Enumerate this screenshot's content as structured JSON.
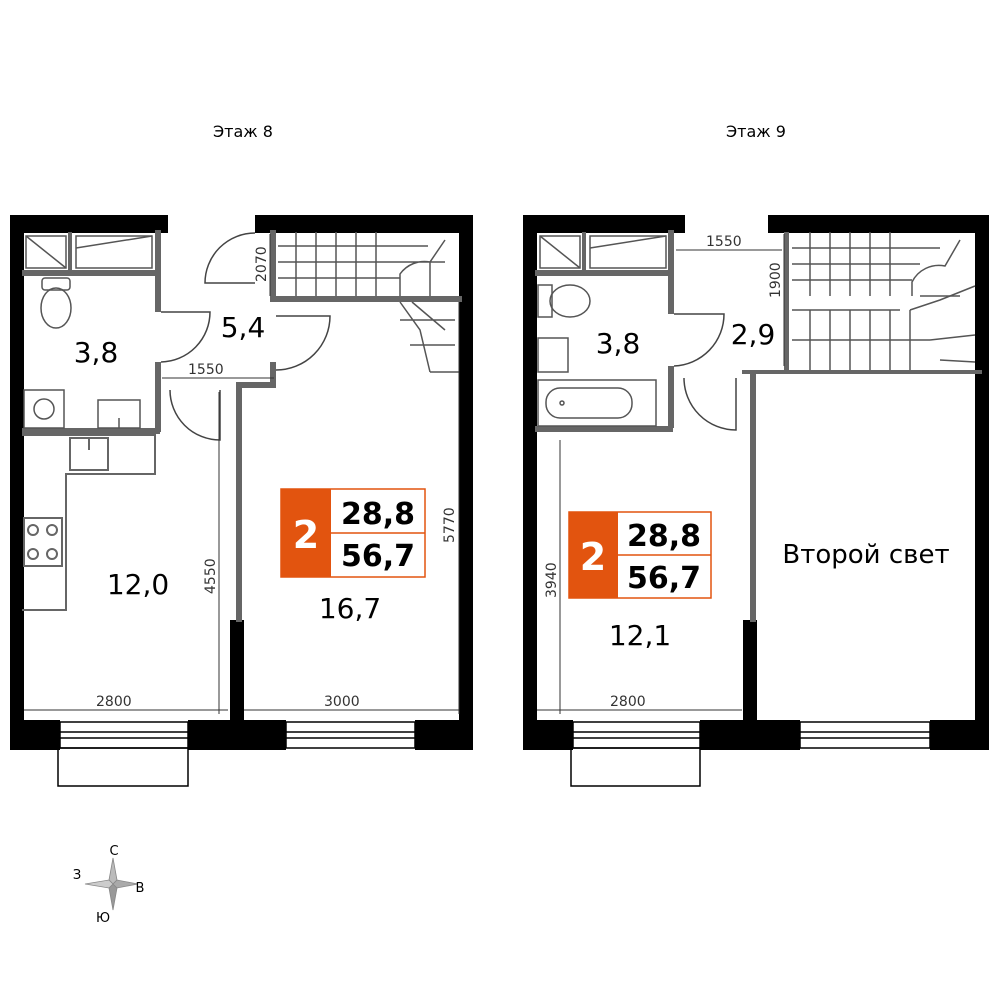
{
  "floors": [
    {
      "title": "Этаж 8",
      "rooms": [
        "3,8",
        "5,4",
        "12,0",
        "16,7"
      ],
      "dims": [
        "2070",
        "1550",
        "4550",
        "5770",
        "2800",
        "3000"
      ],
      "badge": {
        "rooms": "2",
        "living_area": "28,8",
        "total_area": "56,7"
      }
    },
    {
      "title": "Этаж 9",
      "rooms": [
        "3,8",
        "2,9",
        "12,1"
      ],
      "double_height": "Второй свет",
      "dims": [
        "1550",
        "1900",
        "3940",
        "2800"
      ],
      "badge": {
        "rooms": "2",
        "living_area": "28,8",
        "total_area": "56,7"
      }
    }
  ],
  "compass": {
    "north": "С",
    "west": "З",
    "east": "В",
    "south": "Ю"
  },
  "colors": {
    "wall": "#000000",
    "partition": "#555555",
    "badge": "#e2540f",
    "line": "#444444"
  }
}
